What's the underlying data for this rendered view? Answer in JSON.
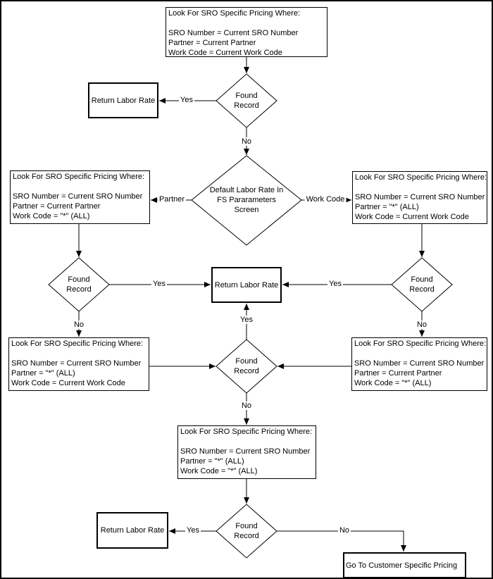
{
  "colors": {
    "stroke": "#000000",
    "background": "#ffffff"
  },
  "boxes": {
    "initial": {
      "title": "Look For SRO Specific Pricing Where:",
      "line1": "SRO Number = Current SRO Number",
      "line2": "Partner = Current Partner",
      "line3": "Work Code = Current Work Code"
    },
    "row2_left": {
      "title": "Look For SRO Specific Pricing Where:",
      "line1": "SRO Number = Current SRO Number",
      "line2": "Partner = Current Partner",
      "line3": "Work Code = \"*\" (ALL)"
    },
    "row2_right": {
      "title": "Look For SRO Specific Pricing Where:",
      "line1": "SRO Number = Current SRO Number",
      "line2": "Partner = \"*\" (ALL)",
      "line3": "Work Code = Current Work Code"
    },
    "row4_left": {
      "title": "Look For SRO Specific Pricing Where:",
      "line1": "SRO Number = Current SRO Number",
      "line2": "Partner = \"*\" (ALL)",
      "line3": "Work Code = Current Work Code"
    },
    "row4_right": {
      "title": "Look For SRO Specific Pricing Where:",
      "line1": "SRO Number = Current SRO Number",
      "line2": "Partner = Current Partner",
      "line3": "Work Code = \"*\" (ALL)"
    },
    "row5": {
      "title": "Look For SRO Specific Pricing Where:",
      "line1": "SRO Number = Current SRO Number",
      "line2": "Partner = \"*\" (ALL)",
      "line3": "Work Code = \"*\" (ALL)"
    },
    "return_top": {
      "label": "Return Labor Rate"
    },
    "return_center": {
      "label": "Return Labor Rate"
    },
    "return_bottom": {
      "label": "Return Labor Rate"
    },
    "goto_customer": {
      "label": "Go To Customer Specific Pricing"
    }
  },
  "diamonds": {
    "found_top": "Found\nRecord",
    "default_rate": "Default Labor Rate In\nFS Pararameters\nScreen",
    "found_left": "Found\nRecord",
    "found_right": "Found\nRecord",
    "found_center": "Found\nRecord",
    "found_bottom": "Found\nRecord"
  },
  "edge_labels": {
    "yes_top": "Yes",
    "no_top": "No",
    "partner": "Partner",
    "work_code": "Work Code",
    "yes_left": "Yes",
    "yes_right": "Yes",
    "no_left": "No",
    "no_right": "No",
    "yes_center": "Yes",
    "no_center": "No",
    "yes_bottom": "Yes",
    "no_bottom": "No"
  }
}
